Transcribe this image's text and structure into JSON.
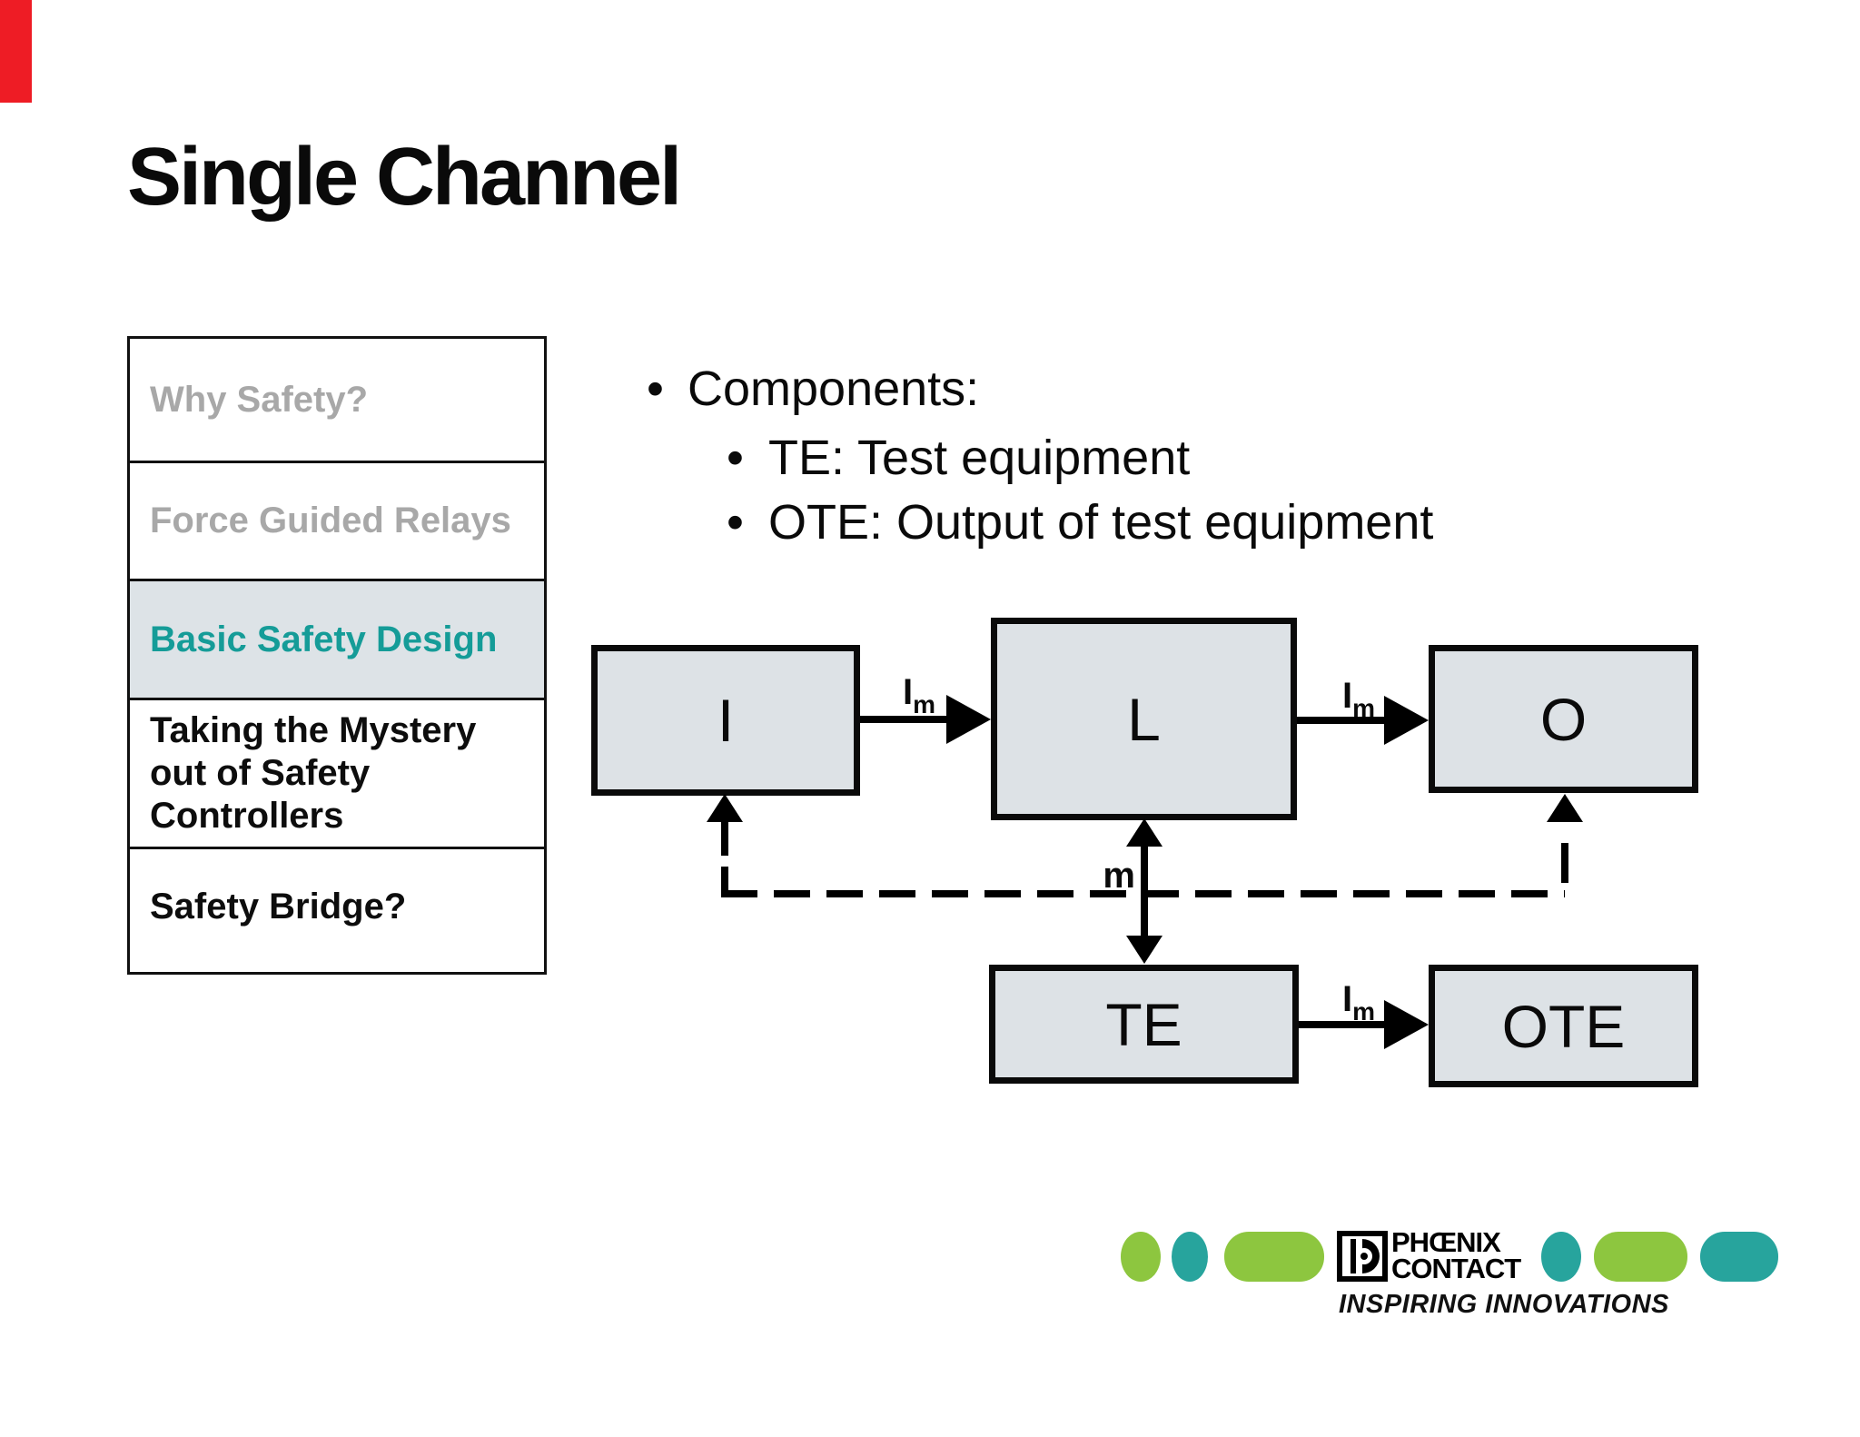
{
  "slide": {
    "title": "Single Channel",
    "accent_color": "#ee1c25"
  },
  "sidebar": {
    "items": [
      {
        "label": "Why Safety?",
        "state": "past"
      },
      {
        "label": "Force Guided Relays",
        "state": "past"
      },
      {
        "label": "Basic Safety Design",
        "state": "active"
      },
      {
        "label": "Taking the Mystery out of Safety Controllers",
        "state": "upcoming"
      },
      {
        "label": "Safety Bridge?",
        "state": "upcoming"
      }
    ],
    "active_color": "#159c98",
    "active_bg": "#dde3e7",
    "inactive_color": "#a8a8a8"
  },
  "content": {
    "bullet1": "Components:",
    "bullet2": "TE: Test equipment",
    "bullet3": "OTE: Output of test equipment"
  },
  "diagram": {
    "boxes": [
      {
        "id": "I",
        "label": "I"
      },
      {
        "id": "L",
        "label": "L"
      },
      {
        "id": "O",
        "label": "O"
      },
      {
        "id": "TE",
        "label": "TE"
      },
      {
        "id": "OTE",
        "label": "OTE"
      }
    ],
    "box_fill": "#dde2e6",
    "flow_label": {
      "base": "I",
      "sub": "m"
    },
    "monitor_label": "m"
  },
  "logo": {
    "brand_line1": "PHŒNIX",
    "brand_line2": "CONTACT",
    "tagline": "INSPIRING INNOVATIONS",
    "green": "#8dc63f",
    "teal": "#27a49d"
  }
}
